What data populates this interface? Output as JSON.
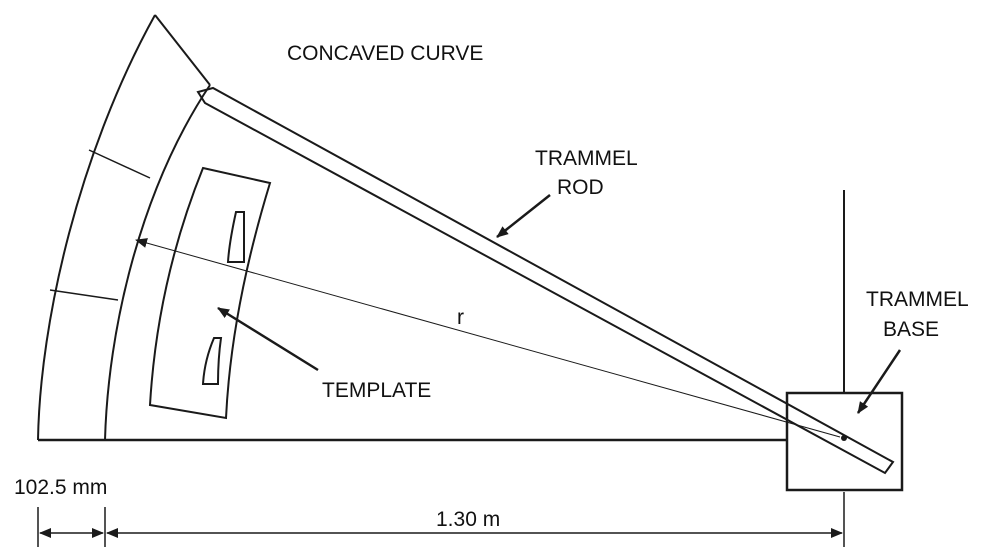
{
  "labels": {
    "title": "CONCAVED CURVE",
    "trammel_rod_line1": "TRAMMEL",
    "trammel_rod_line2": "ROD",
    "trammel_base_line1": "TRAMMEL",
    "trammel_base_line2": "BASE",
    "template": "TEMPLATE",
    "radius": "r",
    "dim_wall": "102.5 mm",
    "dim_radius": "1.30 m"
  },
  "colors": {
    "ink": "#1a1a1a",
    "background": "#ffffff"
  }
}
